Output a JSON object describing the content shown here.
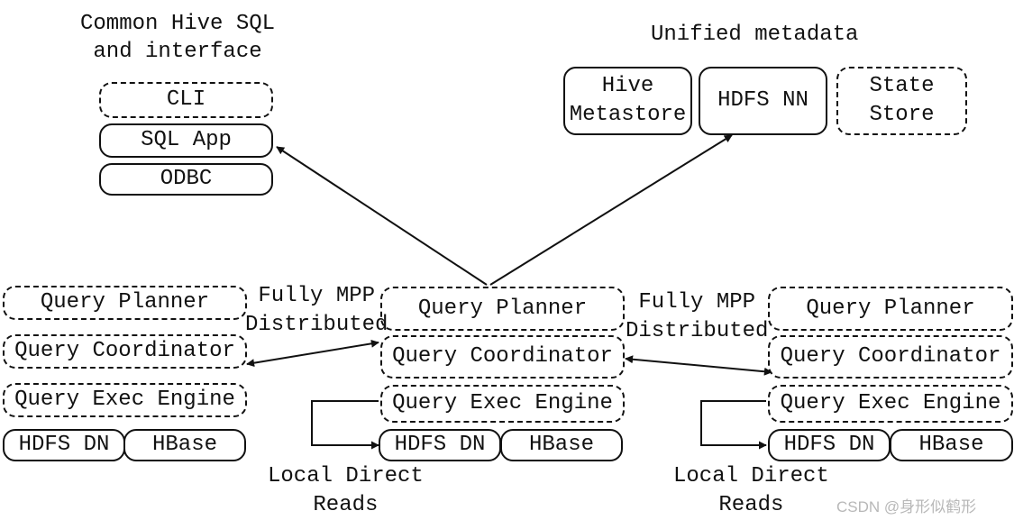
{
  "top_left": {
    "title": "Common Hive SQL\nand interface",
    "clients": [
      "CLI",
      "SQL App",
      "ODBC"
    ]
  },
  "top_right": {
    "title": "Unified metadata",
    "stores": [
      "Hive\nMetastore",
      "HDFS NN",
      "State\nStore"
    ]
  },
  "node": {
    "planner": "Query Planner",
    "coordinator": "Query Coordinator",
    "exec_engine": "Query Exec Engine",
    "hdfs_dn": "HDFS DN",
    "hbase": "HBase"
  },
  "labels": {
    "mpp": "Fully MPP\nDistributed",
    "local_reads": "Local Direct\nReads"
  },
  "watermark": "CSDN @身形似鹤形"
}
